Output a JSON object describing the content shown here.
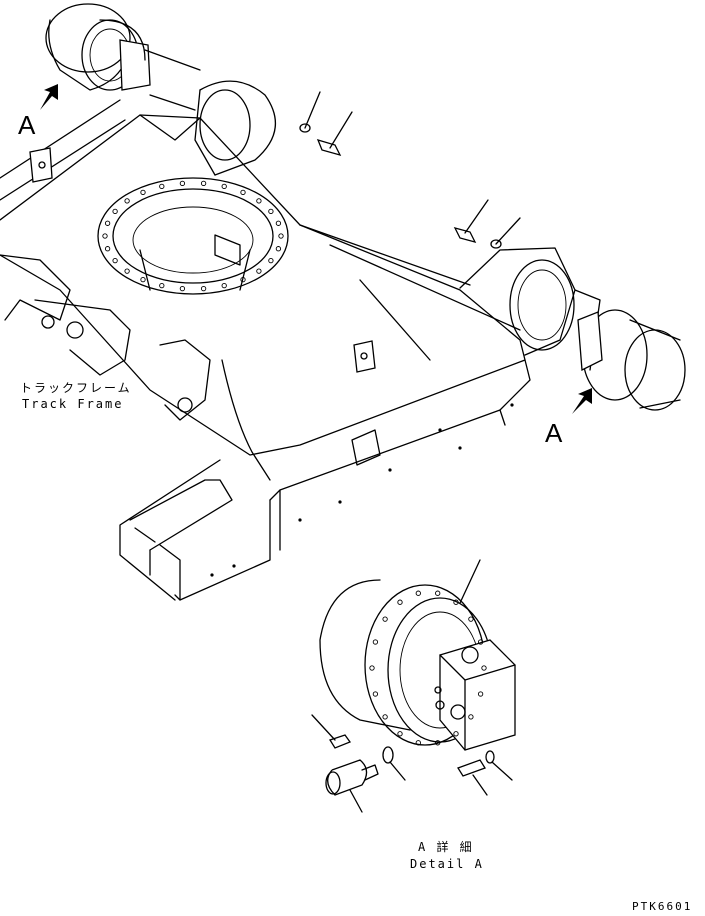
{
  "labels": {
    "view_marker_top": "A",
    "view_marker_right": "A",
    "track_frame_jp": "トラックフレーム",
    "track_frame_en": "Track Frame",
    "detail_jp": "A 詳 細",
    "detail_en": "Detail A",
    "drawing_code": "PTK6601"
  },
  "colors": {
    "line": "#000000",
    "background": "#ffffff"
  }
}
